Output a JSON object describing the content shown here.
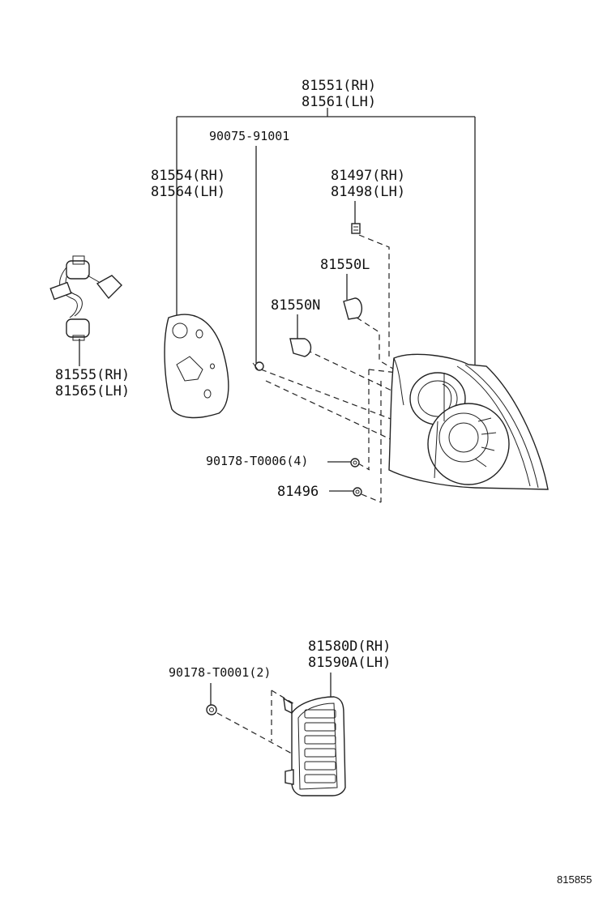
{
  "labels": {
    "assembly_rh": "81551(RH)",
    "assembly_lh": "81561(LH)",
    "screw_top": "90075-91001",
    "gasket_rh": "81554(RH)",
    "gasket_lh": "81564(LH)",
    "socket_rh": "81497(RH)",
    "socket_lh": "81498(LH)",
    "bulb_l": "81550L",
    "bulb_n": "81550N",
    "wire_rh": "81555(RH)",
    "wire_lh": "81565(LH)",
    "nut_qty4": "90178-T0006(4)",
    "nut_single": "81496",
    "reflector_rh": "81580D(RH)",
    "reflector_lh": "81590A(LH)",
    "nut_qty2": "90178-T0001(2)",
    "diagram_ref": "815855"
  }
}
